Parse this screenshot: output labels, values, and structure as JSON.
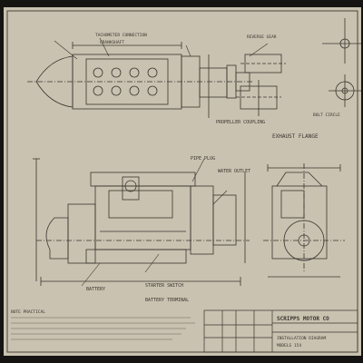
{
  "colors": {
    "background": "#161412",
    "paper": "#c9c2b0",
    "ink": "#3a3530"
  },
  "labels": {
    "exhaust_flange": "EXHAUST FLANGE",
    "water_outlet": "WATER OUTLET",
    "starter_switch": "STARTER SWITCH",
    "battery_terminal": "BATTERY TERMINAL",
    "battery": "BATTERY",
    "propeller_coupling": "PROPELLER COUPLING",
    "pipe_plug": "PIPE PLUG",
    "tachometer": "TACHOMETER CONNECTION",
    "crankshaft": "CRANKSHAFT",
    "reverse_gear": "REVERSE GEAR",
    "bolt_circle": "BOLT CIRCLE"
  },
  "title_block": {
    "company": "SCRIPPS MOTOR CO",
    "drawing_title": "INSTALLATION DIAGRAM",
    "model": "MODELS 154"
  },
  "notes_heading": "NOTE PRACTICAL"
}
